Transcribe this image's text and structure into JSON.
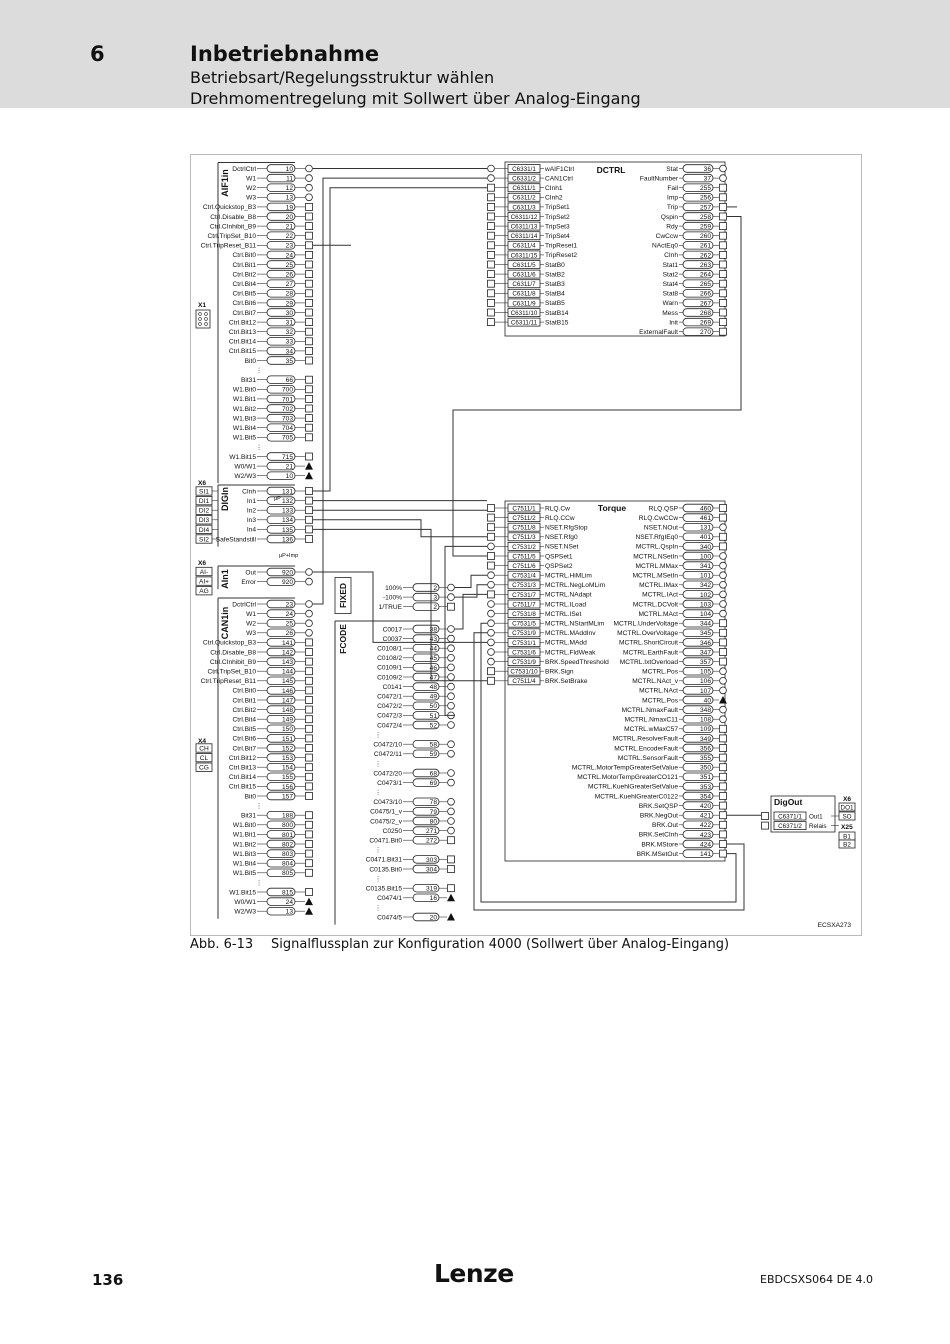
{
  "header": {
    "chapter_number": "6",
    "chapter_title": "Inbetriebnahme",
    "subtitle_1": "Betriebsart/Regelungsstruktur wählen",
    "subtitle_2": "Drehmomentregelung mit Sollwert über Analog-Eingang"
  },
  "figure": {
    "code": "ECSXA273",
    "caption_number": "Abb. 6-13",
    "caption_text": "Signalflussplan zur Konfiguration 4000 (Sollwert über Analog-Eingang)"
  },
  "blocks": {
    "aif1in": {
      "title": "AIF1in",
      "rows": [
        [
          "DctrlCtrl",
          "10"
        ],
        [
          "W1",
          "11"
        ],
        [
          "W2",
          "12"
        ],
        [
          "W3",
          "13"
        ],
        [
          "Ctrl.Quickstop_B3",
          "19"
        ],
        [
          "Ctrl.Disable_B8",
          "20"
        ],
        [
          "Ctrl.CInhibit_B9",
          "21"
        ],
        [
          "Ctrl.TripSet_B10",
          "22"
        ],
        [
          "Ctrl.TripReset_B11",
          "23"
        ],
        [
          "Ctrl.Bit0",
          "24"
        ],
        [
          "Ctrl.Bit1",
          "25"
        ],
        [
          "Ctrl.Bit2",
          "26"
        ],
        [
          "Ctrl.Bit4",
          "27"
        ],
        [
          "Ctrl.Bit5",
          "28"
        ],
        [
          "Ctrl.Bit6",
          "29"
        ],
        [
          "Ctrl.Bit7",
          "30"
        ],
        [
          "Ctrl.Bit12",
          "31"
        ],
        [
          "Ctrl.Bit13",
          "32"
        ],
        [
          "Ctrl.Bit14",
          "33"
        ],
        [
          "Ctrl.Bit15",
          "34"
        ],
        [
          "Bit0",
          "35"
        ],
        [
          "⋮",
          ""
        ],
        [
          "Bit31",
          "66"
        ],
        [
          "W1.Bit0",
          "700"
        ],
        [
          "W1.Bit1",
          "701"
        ],
        [
          "W1.Bit2",
          "702"
        ],
        [
          "W1.Bit3",
          "703"
        ],
        [
          "W1.Bit4",
          "704"
        ],
        [
          "W1.Bit5",
          "705"
        ],
        [
          "⋮",
          ""
        ],
        [
          "W1.Bit15",
          "715"
        ],
        [
          "W0/W1",
          "21"
        ],
        [
          "W2/W3",
          "10"
        ]
      ]
    },
    "digin": {
      "title": "DIGIn",
      "rows": [
        [
          "CInh",
          "131"
        ],
        [
          "In1",
          "132"
        ],
        [
          "In2",
          "133"
        ],
        [
          "In3",
          "134"
        ],
        [
          "In4",
          "135"
        ],
        [
          "SafeStandstill",
          "136"
        ]
      ],
      "ports": [
        "SI1",
        "DI1",
        "DI2",
        "DI3",
        "DI4",
        "SI2"
      ],
      "up_label": "μP",
      "up_imp_label": "μP+Imp"
    },
    "ain1": {
      "title": "AIn1",
      "rows": [
        [
          "Out",
          "920"
        ],
        [
          "Error",
          "920"
        ]
      ],
      "ports": [
        "AI-",
        "AI+",
        "AG"
      ]
    },
    "can1in": {
      "title": "CAN1in",
      "rows": [
        [
          "DctrlCtrl",
          "23"
        ],
        [
          "W1",
          "24"
        ],
        [
          "W2",
          "25"
        ],
        [
          "W3",
          "26"
        ],
        [
          "Ctrl.Quickstop_B3",
          "141"
        ],
        [
          "Ctrl.Disable_B8",
          "142"
        ],
        [
          "Ctrl.CInhibit_B9",
          "143"
        ],
        [
          "Ctrl.TripSet_B10",
          "144"
        ],
        [
          "Ctrl.TripReset_B11",
          "145"
        ],
        [
          "Ctrl.Bit0",
          "146"
        ],
        [
          "Ctrl.Bit1",
          "147"
        ],
        [
          "Ctrl.Bit2",
          "148"
        ],
        [
          "Ctrl.Bit4",
          "149"
        ],
        [
          "Ctrl.Bit5",
          "150"
        ],
        [
          "Ctrl.Bit6",
          "151"
        ],
        [
          "Ctrl.Bit7",
          "152"
        ],
        [
          "Ctrl.Bit12",
          "153"
        ],
        [
          "Ctrl.Bit13",
          "154"
        ],
        [
          "Ctrl.Bit14",
          "155"
        ],
        [
          "Ctrl.Bit15",
          "156"
        ],
        [
          "Bit0",
          "157"
        ],
        [
          "⋮",
          ""
        ],
        [
          "Bit31",
          "188"
        ],
        [
          "W1.Bit0",
          "800"
        ],
        [
          "W1.Bit1",
          "801"
        ],
        [
          "W1.Bit2",
          "802"
        ],
        [
          "W1.Bit3",
          "803"
        ],
        [
          "W1.Bit4",
          "804"
        ],
        [
          "W1.Bit5",
          "805"
        ],
        [
          "⋮",
          ""
        ],
        [
          "W1.Bit15",
          "815"
        ],
        [
          "W0/W1",
          "24"
        ],
        [
          "W2/W3",
          "13"
        ]
      ],
      "ports": [
        "CH",
        "CL",
        "CG"
      ]
    },
    "fixed": {
      "title": "FIXED",
      "rows": [
        [
          "100%",
          "2"
        ],
        [
          "-100%",
          "3"
        ],
        [
          "1/TRUE",
          "2"
        ]
      ]
    },
    "fcode": {
      "title": "FCODE",
      "rows": [
        [
          "C0017",
          "38"
        ],
        [
          "C0037",
          "43"
        ],
        [
          "C0108/1",
          "44"
        ],
        [
          "C0108/2",
          "45"
        ],
        [
          "C0109/1",
          "46"
        ],
        [
          "C0109/2",
          "47"
        ],
        [
          "C0141",
          "48"
        ],
        [
          "C0472/1",
          "49"
        ],
        [
          "C0472/2",
          "50"
        ],
        [
          "C0472/3",
          "51"
        ],
        [
          "C0472/4",
          "52"
        ],
        [
          "⋮",
          ""
        ],
        [
          "C0472/10",
          "58"
        ],
        [
          "C0472/11",
          "59"
        ],
        [
          "⋮",
          ""
        ],
        [
          "C0472/20",
          "68"
        ],
        [
          "C0473/1",
          "69"
        ],
        [
          "⋮",
          ""
        ],
        [
          "C0473/10",
          "78"
        ],
        [
          "C0475/1_v",
          "79"
        ],
        [
          "C0475/2_v",
          "80"
        ],
        [
          "C0250",
          "271"
        ],
        [
          "C0471.Bit0",
          "272"
        ],
        [
          "⋮",
          ""
        ],
        [
          "C0471.Bit31",
          "303"
        ],
        [
          "C0135.Bit0",
          "304"
        ],
        [
          "⋮",
          ""
        ],
        [
          "C0135.Bit15",
          "319"
        ],
        [
          "C0474/1",
          "16"
        ],
        [
          "⋮",
          ""
        ],
        [
          "C0474/5",
          "20"
        ]
      ]
    },
    "dctrl": {
      "title": "DCTRL",
      "inputs": [
        [
          "C6331/1",
          "wAIF1Ctrl"
        ],
        [
          "C6331/2",
          "CAN1Ctrl"
        ],
        [
          "C6311/1",
          "CInh1"
        ],
        [
          "C6311/2",
          "CInh2"
        ],
        [
          "C6311/3",
          "TripSet1"
        ],
        [
          "C6311/12",
          "TripSet2"
        ],
        [
          "C6311/13",
          "TripSet3"
        ],
        [
          "C6311/14",
          "TripSet4"
        ],
        [
          "C6311/4",
          "TripReset1"
        ],
        [
          "C6311/15",
          "TripReset2"
        ],
        [
          "C6311/5",
          "StatB0"
        ],
        [
          "C6311/6",
          "StatB2"
        ],
        [
          "C6311/7",
          "StatB3"
        ],
        [
          "C6311/8",
          "StatB4"
        ],
        [
          "C6311/9",
          "StatB5"
        ],
        [
          "C6311/10",
          "StatB14"
        ],
        [
          "C6311/11",
          "StatB15"
        ]
      ],
      "outputs": [
        [
          "Stat",
          "36"
        ],
        [
          "FaultNumber",
          "37"
        ],
        [
          "Fail",
          "255"
        ],
        [
          "Imp",
          "256"
        ],
        [
          "Trip",
          "257"
        ],
        [
          "Qspin",
          "258"
        ],
        [
          "Rdy",
          "259"
        ],
        [
          "CwCcw",
          "260"
        ],
        [
          "NActEq0",
          "261"
        ],
        [
          "CInh",
          "262"
        ],
        [
          "Stat1",
          "263"
        ],
        [
          "Stat2",
          "264"
        ],
        [
          "Stat4",
          "265"
        ],
        [
          "Stat8",
          "266"
        ],
        [
          "Warn",
          "267"
        ],
        [
          "Mess",
          "268"
        ],
        [
          "Init",
          "269"
        ],
        [
          "ExternalFault",
          "270"
        ]
      ]
    },
    "torque": {
      "title": "Torque",
      "inputs": [
        [
          "C7511/1",
          "RLQ.Cw"
        ],
        [
          "C7511/2",
          "RLQ.CCw"
        ],
        [
          "C7511/8",
          "NSET.RfgStop"
        ],
        [
          "C7511/3",
          "NSET.Rfg0"
        ],
        [
          "C7531/2",
          "NSET.NSet"
        ],
        [
          "C7511/5",
          "QSPSet1"
        ],
        [
          "C7511/6",
          "QSPSet2"
        ],
        [
          "C7531/4",
          "MCTRL.HiMLim"
        ],
        [
          "C7531/3",
          "MCTRL.NegLoMLim"
        ],
        [
          "C7531/7",
          "MCTRL.NAdapt"
        ],
        [
          "C7511/7",
          "MCTRL.ILoad"
        ],
        [
          "C7531/8",
          "MCTRL.ISet"
        ],
        [
          "C7531/5",
          "MCTRL.NStartMLim"
        ],
        [
          "C7531/9",
          "MCTRL.MAddInv"
        ],
        [
          "C7531/1",
          "MCTRL.MAdd"
        ],
        [
          "C7531/6",
          "MCTRL.FldWeak"
        ],
        [
          "C7531/9",
          "BRK.SpeedThreshold"
        ],
        [
          "C7531/10",
          "BRK.Sign"
        ],
        [
          "C7511/4",
          "BRK.SetBrake"
        ]
      ],
      "outputs": [
        [
          "RLQ.QSP",
          "460"
        ],
        [
          "RLQ.CwCCw",
          "461"
        ],
        [
          "NSET.NOut",
          "131"
        ],
        [
          "NSET.RfgIEq0",
          "401"
        ],
        [
          "MCTRL.QspIn",
          "340"
        ],
        [
          "MCTRL.NSetIn",
          "100"
        ],
        [
          "MCTRL.MMax",
          "341"
        ],
        [
          "MCTRL.MSetIn",
          "101"
        ],
        [
          "MCTRL.IMax",
          "342"
        ],
        [
          "MCTRL.IAct",
          "102"
        ],
        [
          "MCTRL.DCVolt",
          "103"
        ],
        [
          "MCTRL.MAct",
          "104"
        ],
        [
          "MCTRL.UnderVoltage",
          "344"
        ],
        [
          "MCTRL.OverVoltage",
          "345"
        ],
        [
          "MCTRL.ShortCircuit",
          "346"
        ],
        [
          "MCTRL.EarthFault",
          "347"
        ],
        [
          "MCTRL.IxtOverload",
          "357"
        ],
        [
          "MCTRL.Pos",
          "105"
        ],
        [
          "MCTRL.NAct_v",
          "106"
        ],
        [
          "MCTRL.NAct",
          "107"
        ],
        [
          "MCTRL.Pos",
          "40"
        ],
        [
          "MCTRL.NmaxFault",
          "348"
        ],
        [
          "MCTRL.NmaxC11",
          "108"
        ],
        [
          "MCTRL.wMaxC57",
          "109"
        ],
        [
          "MCTRL.ResolverFault",
          "349"
        ],
        [
          "MCTRL.EncoderFault",
          "356"
        ],
        [
          "MCTRL.SensorFault",
          "355"
        ],
        [
          "MCTRL.MotorTempGreaterSetValue",
          "350"
        ],
        [
          "MCTRL.MotorTempGreaterCO121",
          "351"
        ],
        [
          "MCTRL.KuehlGreaterSetValue",
          "353"
        ],
        [
          "MCTRL.KuehlGreaterC0122",
          "354"
        ],
        [
          "BRK.SetQSP",
          "420"
        ],
        [
          "BRK.NegOut",
          "421"
        ],
        [
          "BRK.Out",
          "422"
        ],
        [
          "BRK.SetCInh",
          "423"
        ],
        [
          "BRK.MStore",
          "424"
        ],
        [
          "BRK.MSetOut",
          "141"
        ]
      ]
    },
    "digout": {
      "title": "DigOut",
      "rows": [
        [
          "C6371/1",
          "Out1"
        ],
        [
          "C6371/2",
          "Relais"
        ]
      ],
      "x6_label": "X6",
      "x25_label": "X25",
      "ports": [
        "DO1",
        "SO",
        "B1",
        "B2"
      ]
    },
    "connectors": {
      "x1": "X1",
      "x6": "X6",
      "x6b": "X6",
      "x4": "X4"
    }
  },
  "footer": {
    "page_number": "136",
    "logo": "Lenze",
    "doc_id": "EBDCSXS064  DE  4.0"
  }
}
